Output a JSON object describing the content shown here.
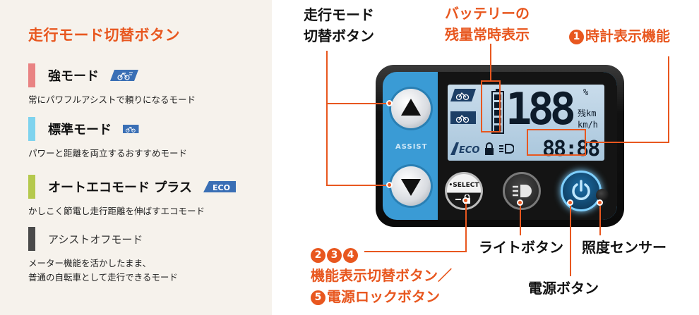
{
  "legend": {
    "title": "走行モード切替ボタン",
    "modes": [
      {
        "name": "強モード",
        "desc": "常にパワフルアシストで頼りになるモード",
        "color": "#e98383",
        "icon": "bike-strong-icon"
      },
      {
        "name": "標準モード",
        "desc": "パワーと距離を両立するおすすめモード",
        "color": "#7fd3ee",
        "icon": "bike-standard-icon"
      },
      {
        "name": "オートエコモード プラス",
        "desc": "かしこく節電し走行距離を伸ばすエコモード",
        "color": "#b5c94d",
        "icon": "eco-icon"
      },
      {
        "name": "アシストオフモード",
        "desc_lines": [
          "メーター機能を活かしたまま、",
          "普通の自転車として走行できるモード"
        ],
        "color": "#4a4a4a"
      }
    ],
    "eco_icon_text": "ECO"
  },
  "callouts": {
    "mode_switch": [
      "走行モード",
      "切替ボタン"
    ],
    "battery": [
      "バッテリーの",
      "残量常時表示"
    ],
    "clock_num": "1",
    "clock": "時計表示機能",
    "func_nums": [
      "2",
      "3",
      "4"
    ],
    "func": "機能表示切替ボタン／",
    "lock_num": "5",
    "lock": "電源ロックボタン",
    "light": "ライトボタン",
    "sensor": "照度センサー",
    "power": "電源ボタン"
  },
  "device": {
    "assist_label": "ASSIST",
    "select_label": "•SELECT",
    "lcd": {
      "big_digits": "188",
      "percent": "%",
      "remaining": "残km",
      "speed_unit": "km/h",
      "clock": "88:88",
      "eco": "ECO"
    }
  },
  "colors": {
    "accent": "#e8571f",
    "device_blue": "#3a9bd5",
    "lcd": "#b9d1e3"
  }
}
